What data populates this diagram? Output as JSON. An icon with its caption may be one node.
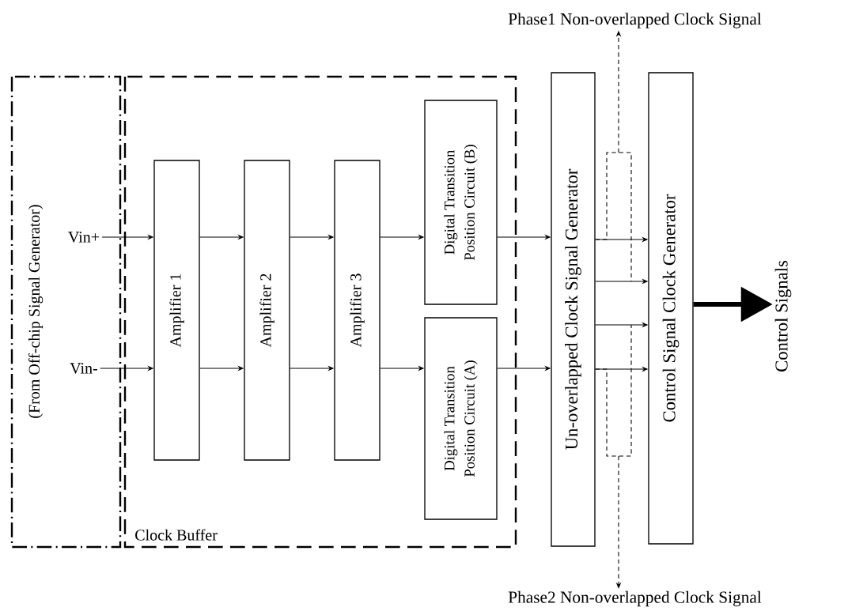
{
  "diagram": {
    "nodes": [
      {
        "text": [
          "(From Off-chip Signal Generator)"
        ]
      },
      {
        "text": [
          "Clock Buffer"
        ]
      },
      {
        "text": [
          "Vin+"
        ],
        "in": 0
      },
      {
        "text": [
          "Vin-"
        ],
        "in": 0
      },
      {
        "text": [
          "Amplifier 1"
        ],
        "in": 1
      },
      {
        "text": [
          "Amplifier 2"
        ],
        "in": 1
      },
      {
        "text": [
          "Amplifier 3"
        ],
        "in": 1
      },
      {
        "text": [
          "Digital Transition Position Circuit (B)"
        ],
        "in": 1
      },
      {
        "text": [
          "Digital Transition Position Circuit (A)"
        ],
        "in": 1
      },
      {
        "text": [
          "Un-overlapped Clock Signal Generator"
        ]
      },
      {
        "text": [
          "Control Signal Clock Generator"
        ]
      },
      {
        "text": [
          "Control Signals"
        ]
      },
      {
        "text": [
          "Phase1 Non-overlapped Clock Signal"
        ]
      },
      {
        "text": [
          "Phase2 Non-overlapped Clock Signal"
        ]
      }
    ],
    "edges": [
      {
        "from": 2,
        "to": 4,
        "arrow": "to"
      },
      {
        "from": 3,
        "to": 4,
        "arrow": "to"
      },
      {
        "from": 4,
        "to": 5,
        "arrow": "to"
      },
      {
        "from": 4,
        "to": 5,
        "arrow": "to"
      },
      {
        "from": 5,
        "to": 6,
        "arrow": "to"
      },
      {
        "from": 5,
        "to": 6,
        "arrow": "to"
      },
      {
        "from": 6,
        "to": 7,
        "arrow": "to"
      },
      {
        "from": 6,
        "to": 8,
        "arrow": "to"
      },
      {
        "from": 7,
        "to": 9,
        "arrow": "to"
      },
      {
        "from": 8,
        "to": 9,
        "arrow": "to"
      },
      {
        "from": 9,
        "to": 10,
        "arrow": "to"
      },
      {
        "from": 9,
        "to": 10,
        "arrow": "to"
      },
      {
        "from": 9,
        "to": 10,
        "arrow": "to"
      },
      {
        "from": 9,
        "to": 10,
        "arrow": "to"
      },
      {
        "from": 9,
        "to": 12,
        "arrow": "to",
        "style": "dashed"
      },
      {
        "from": 9,
        "to": 13,
        "arrow": "to",
        "style": "dashed"
      },
      {
        "from": 10,
        "to": 11,
        "arrow": "to",
        "style": "thick"
      }
    ]
  }
}
